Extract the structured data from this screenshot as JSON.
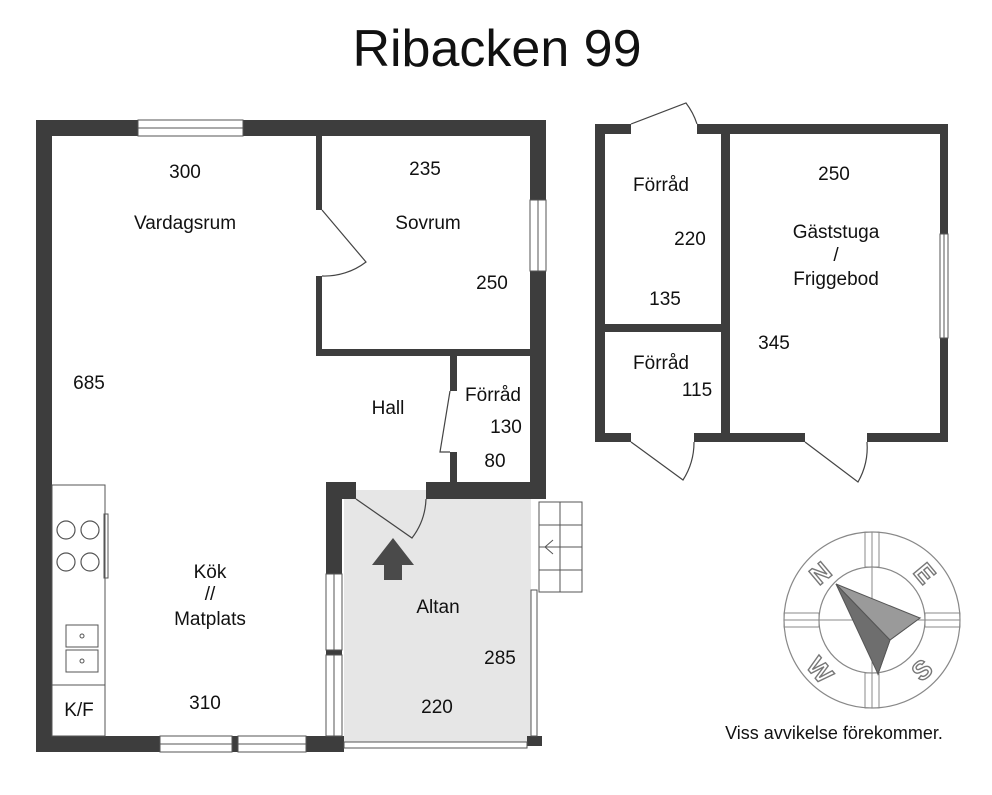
{
  "title": "Ribacken 99",
  "disclaimer": "Viss avvikelse förekommer.",
  "main_house": {
    "living_room": {
      "name": "Vardagsrum",
      "width": "300",
      "depth": "685"
    },
    "bedroom": {
      "name": "Sovrum",
      "width": "235",
      "depth": "250"
    },
    "hall": {
      "name": "Hall"
    },
    "storage": {
      "name": "Förråd",
      "width": "130",
      "depth": "80"
    },
    "kitchen": {
      "name_line1": "Kök",
      "name_line2": "//",
      "name_line3": "Matplats",
      "width": "310",
      "fridge_label": "K/F"
    },
    "terrace": {
      "name": "Altan",
      "width": "220",
      "depth": "285"
    }
  },
  "outbuilding": {
    "storage_upper": {
      "name": "Förråd",
      "width": "220",
      "depth": "135"
    },
    "storage_lower": {
      "name": "Förråd",
      "depth": "115"
    },
    "guest_house": {
      "name_line1": "Gäststuga",
      "name_line2": "/",
      "name_line3": "Friggebod",
      "width": "250",
      "depth": "345"
    }
  },
  "compass": {
    "north": "N",
    "east": "E",
    "south": "S",
    "west": "W"
  },
  "colors": {
    "wall": "#3d3d3d",
    "terrace_fill": "#e6e6e6",
    "compass_needle": "#6e6e6e",
    "compass_lines": "#888888"
  }
}
